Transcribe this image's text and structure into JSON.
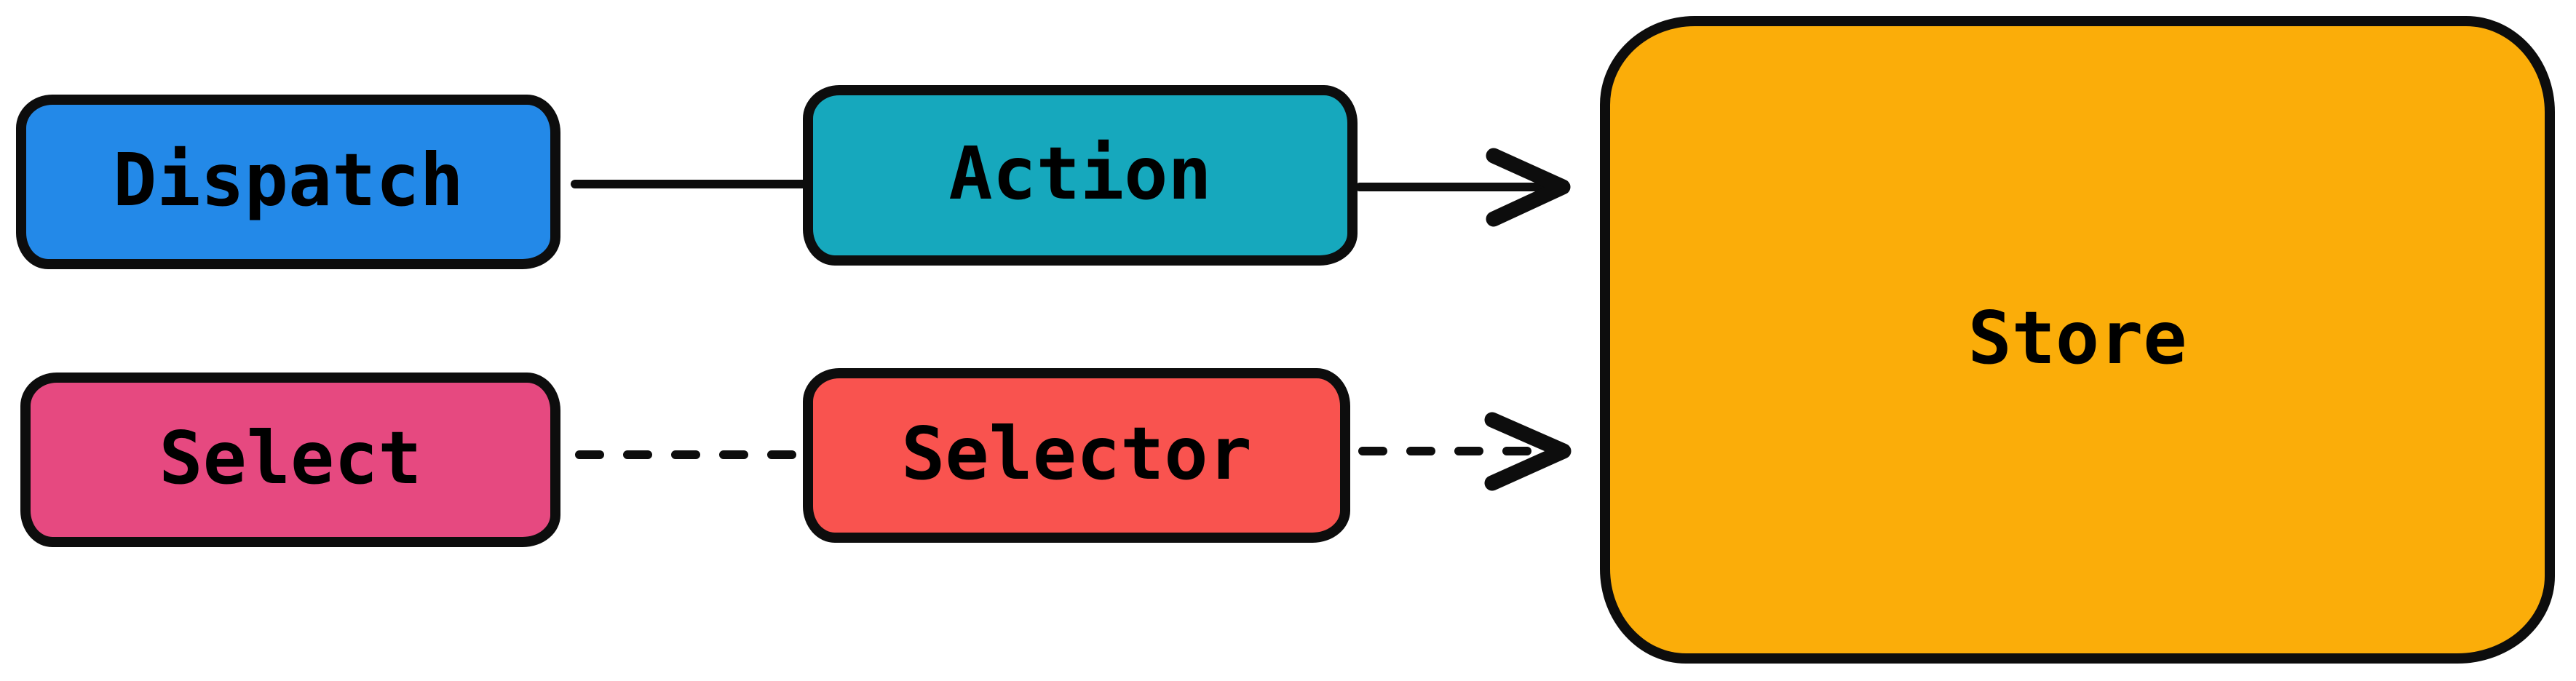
{
  "diagram": {
    "background_color": "#ffffff",
    "stroke_color": "#0d0d0d",
    "text_color": "#000000",
    "nodes": [
      {
        "id": "dispatch",
        "label": "Dispatch",
        "fill": "#2389e8"
      },
      {
        "id": "action",
        "label": "Action",
        "fill": "#16a8bd"
      },
      {
        "id": "select",
        "label": "Select",
        "fill": "#e64980"
      },
      {
        "id": "selector",
        "label": "Selector",
        "fill": "#f9534f"
      },
      {
        "id": "store",
        "label": "Store",
        "fill": "#fbad09"
      }
    ],
    "edges": [
      {
        "from": "dispatch",
        "to": "action",
        "style": "solid",
        "arrowhead": false
      },
      {
        "from": "action",
        "to": "store",
        "style": "solid",
        "arrowhead": true
      },
      {
        "from": "select",
        "to": "selector",
        "style": "dashed",
        "arrowhead": false
      },
      {
        "from": "selector",
        "to": "store",
        "style": "dashed",
        "arrowhead": true
      }
    ]
  }
}
